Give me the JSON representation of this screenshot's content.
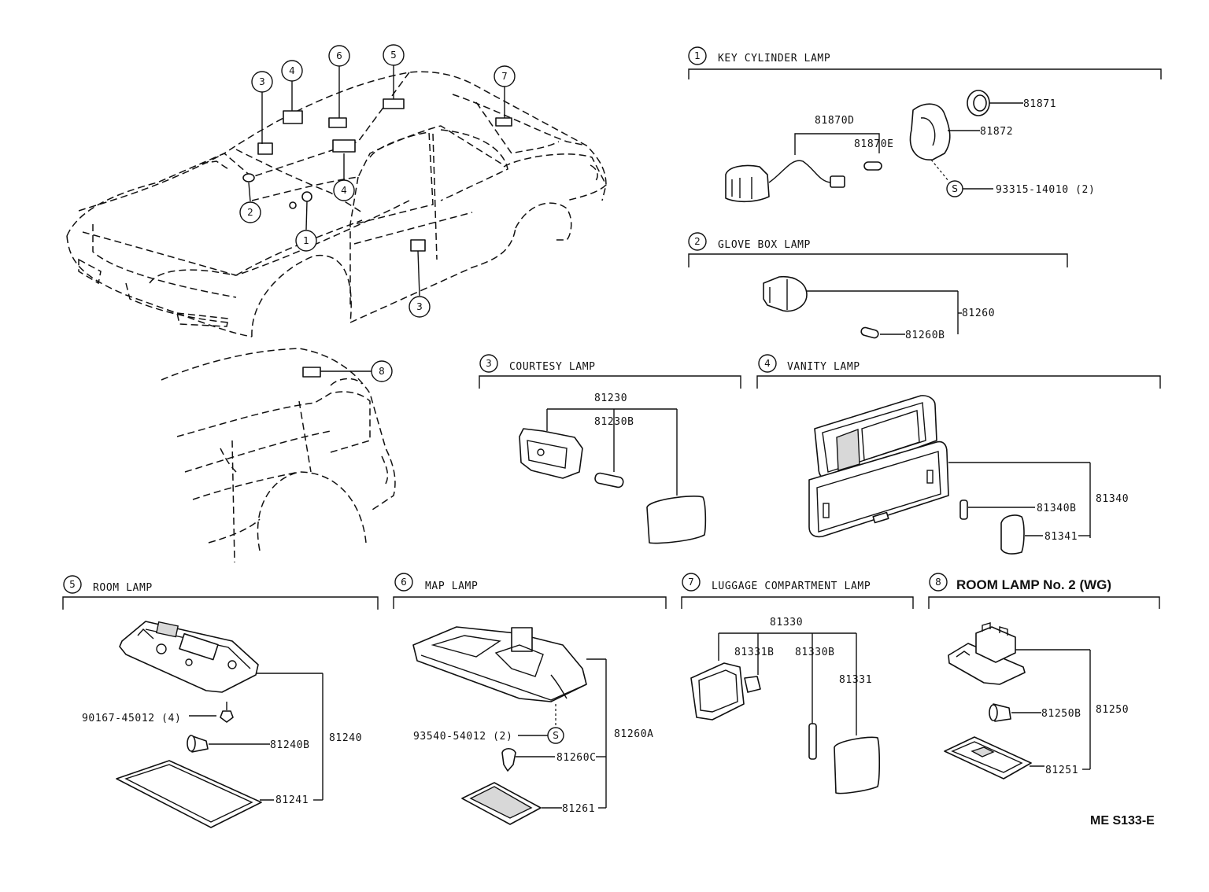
{
  "diagram_id": "ME S133-E",
  "callouts": [
    "1",
    "2",
    "3",
    "4",
    "5",
    "6",
    "7",
    "8"
  ],
  "symbol_s": "S",
  "sections": {
    "key_cylinder": {
      "num": "1",
      "title": "KEY CYLINDER LAMP",
      "parts": [
        "81870D",
        "81870E",
        "81871",
        "81872",
        "93315-14010 (2)"
      ]
    },
    "glove_box": {
      "num": "2",
      "title": "GLOVE BOX LAMP",
      "parts": [
        "81260",
        "81260B"
      ]
    },
    "courtesy": {
      "num": "3",
      "title": "COURTESY LAMP",
      "parts": [
        "81230",
        "81230B"
      ]
    },
    "vanity": {
      "num": "4",
      "title": "VANITY LAMP",
      "parts": [
        "81340",
        "81340B",
        "81341"
      ]
    },
    "room": {
      "num": "5",
      "title": "ROOM LAMP",
      "parts": [
        "90167-45012 (4)",
        "81240B",
        "81240",
        "81241"
      ]
    },
    "map": {
      "num": "6",
      "title": "MAP LAMP",
      "parts": [
        "93540-54012 (2)",
        "81260A",
        "81260C",
        "81261"
      ]
    },
    "luggage": {
      "num": "7",
      "title": "LUGGAGE COMPARTMENT LAMP",
      "parts": [
        "81330",
        "81331B",
        "81330B",
        "81331"
      ]
    },
    "room2": {
      "num": "8",
      "title": "ROOM LAMP No. 2 (WG)",
      "parts": [
        "81250B",
        "81250",
        "81251"
      ]
    }
  }
}
